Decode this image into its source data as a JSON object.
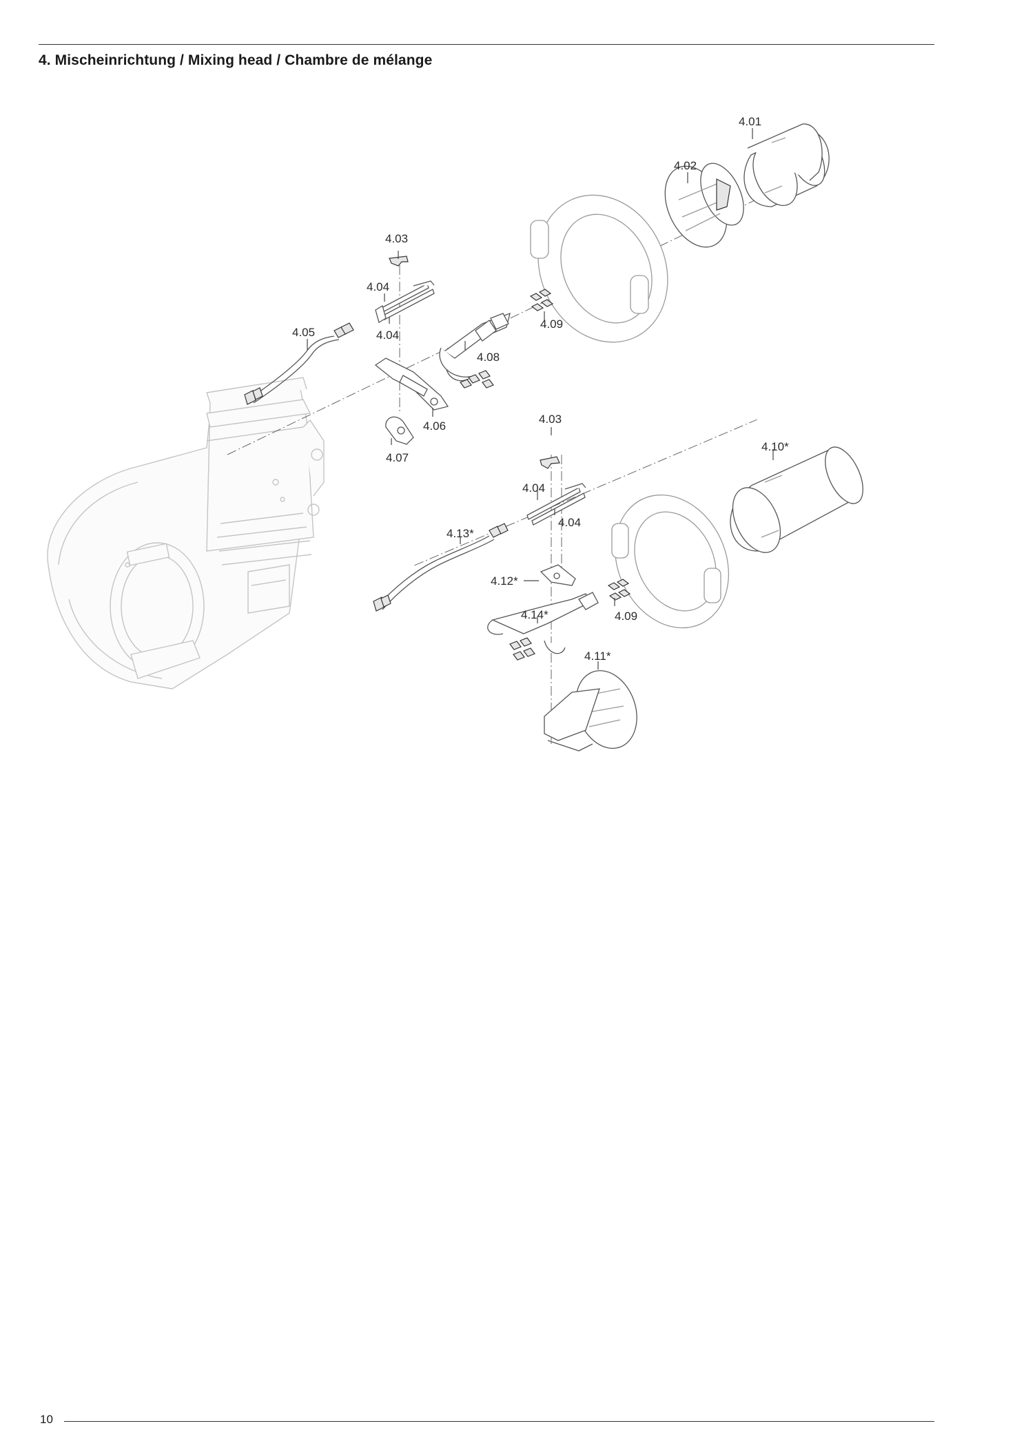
{
  "heading": "4. Mischeinrichtung / Mixing head / Chambre de mélange",
  "page_number": "10",
  "figure": {
    "callouts": [
      "4.01",
      "4.02",
      "4.03",
      "4.04",
      "4.04",
      "4.05",
      "4.06",
      "4.07",
      "4.08",
      "4.09",
      "4.03",
      "4.04",
      "4.04",
      "4.10*",
      "4.13*",
      "4.12*",
      "4.14*",
      "4.09",
      "4.11*"
    ]
  }
}
